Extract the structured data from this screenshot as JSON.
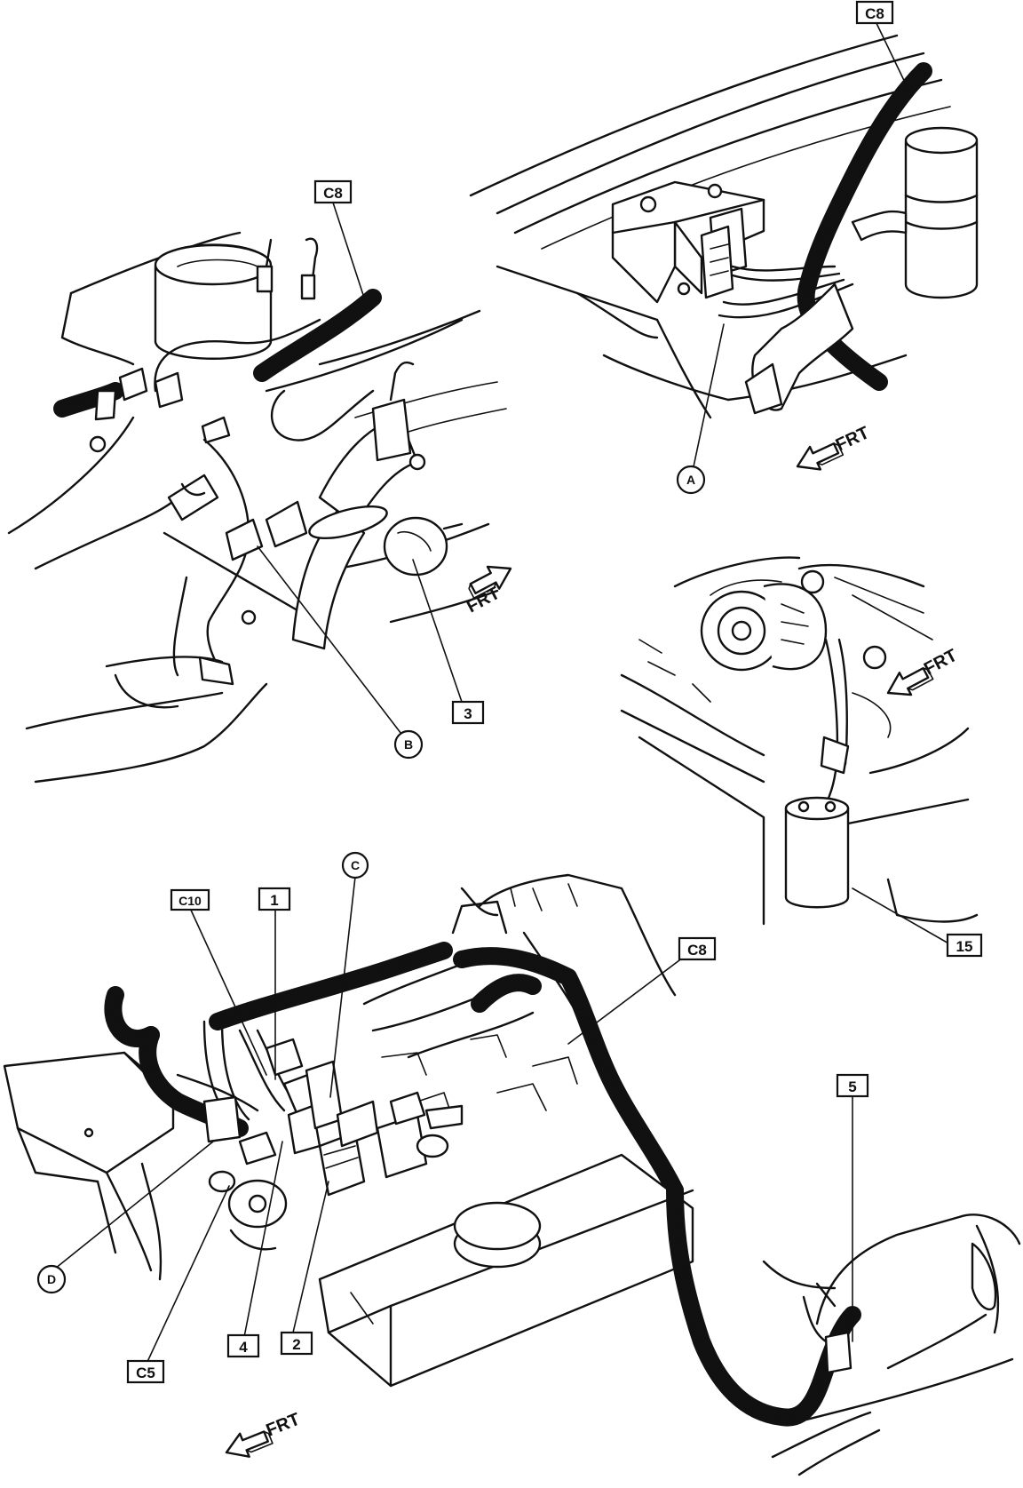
{
  "callouts": {
    "c8_top": "C8",
    "c8_left": "C8",
    "c8_bottom": "C8",
    "c10": "C10",
    "c5": "C5",
    "n1": "1",
    "n2": "2",
    "n3": "3",
    "n4": "4",
    "n5": "5",
    "n15": "15",
    "a": "A",
    "b": "B",
    "c": "C",
    "d": "D"
  },
  "direction_labels": {
    "frt_left_view": "FRT",
    "frt_top_right_view": "FRT",
    "frt_middle_right_view": "FRT",
    "frt_bottom_view": "FRT"
  }
}
